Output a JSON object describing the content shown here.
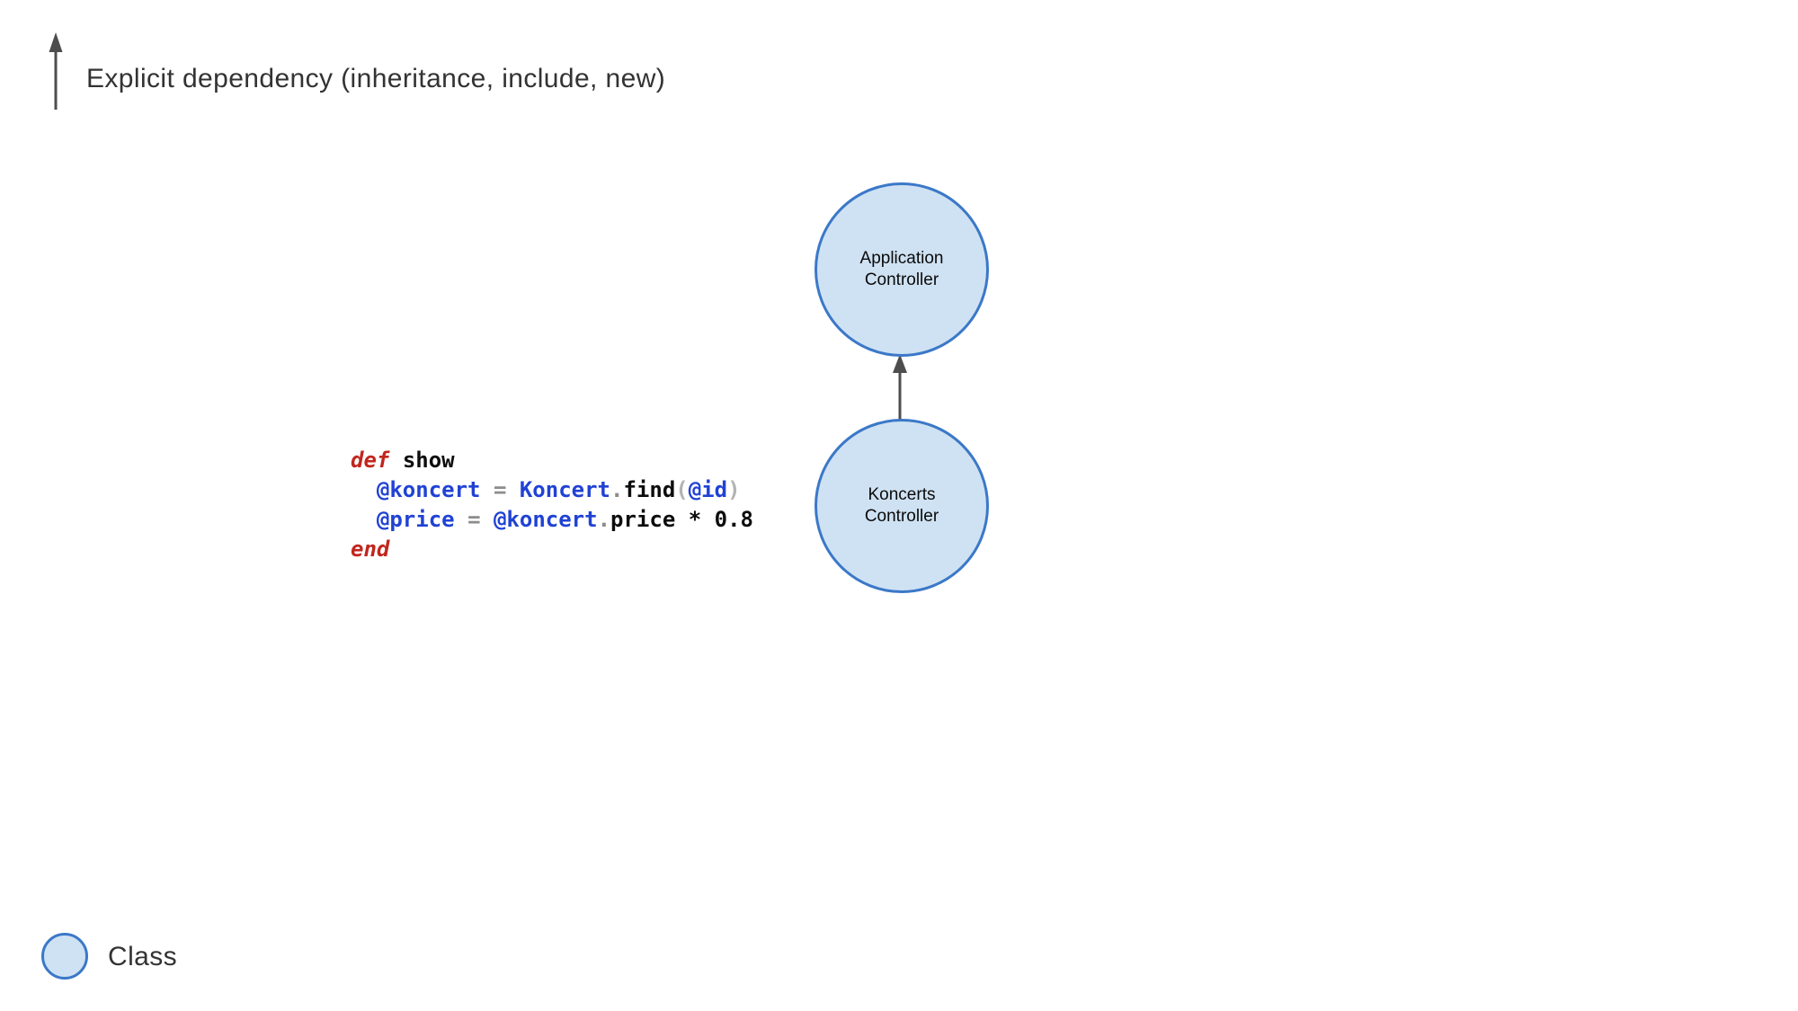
{
  "legend_top": {
    "label": "Explicit dependency (inheritance, include, new)",
    "icon": "up-arrow"
  },
  "diagram": {
    "nodes": [
      {
        "id": "application-controller",
        "line1": "Application",
        "line2": "Controller",
        "shape": "circle"
      },
      {
        "id": "koncerts-controller",
        "line1": "Koncerts",
        "line2": "Controller",
        "shape": "circle"
      }
    ],
    "edge": {
      "from": "Koncerts Controller",
      "to": "Application Controller",
      "kind": "explicit dependency"
    }
  },
  "code": {
    "language": "ruby",
    "lines": [
      [
        {
          "t": "def",
          "c": "kw"
        },
        {
          "t": " ",
          "c": "plain"
        },
        {
          "t": "show",
          "c": "plain"
        }
      ],
      [
        {
          "t": "  ",
          "c": "plain"
        },
        {
          "t": "@koncert",
          "c": "var"
        },
        {
          "t": " ",
          "c": "plain"
        },
        {
          "t": "=",
          "c": "op"
        },
        {
          "t": " ",
          "c": "plain"
        },
        {
          "t": "Koncert",
          "c": "var"
        },
        {
          "t": ".",
          "c": "op"
        },
        {
          "t": "find",
          "c": "plain"
        },
        {
          "t": "(",
          "c": "paren"
        },
        {
          "t": "@id",
          "c": "var"
        },
        {
          "t": ")",
          "c": "paren"
        }
      ],
      [
        {
          "t": "  ",
          "c": "plain"
        },
        {
          "t": "@price",
          "c": "var"
        },
        {
          "t": " ",
          "c": "plain"
        },
        {
          "t": "=",
          "c": "op"
        },
        {
          "t": " ",
          "c": "plain"
        },
        {
          "t": "@koncert",
          "c": "var"
        },
        {
          "t": ".",
          "c": "op"
        },
        {
          "t": "price",
          "c": "plain"
        },
        {
          "t": " ",
          "c": "plain"
        },
        {
          "t": "*",
          "c": "plain"
        },
        {
          "t": " ",
          "c": "plain"
        },
        {
          "t": "0.8",
          "c": "plain"
        }
      ],
      [
        {
          "t": "end",
          "c": "kw"
        }
      ]
    ]
  },
  "legend_bottom": {
    "label": "Class",
    "shape": "circle"
  },
  "colors": {
    "node_fill": "#cfe2f3",
    "node_border": "#3b78c8",
    "arrow": "#4d4d4d",
    "title_text": "#333333",
    "node_text": "#0a0a0a",
    "code_keyword": "#c1261d",
    "code_variable": "#2042d4",
    "code_operator": "#8c8c8c",
    "code_paren": "#b3b3b3",
    "code_plain": "#0d0d0d"
  }
}
